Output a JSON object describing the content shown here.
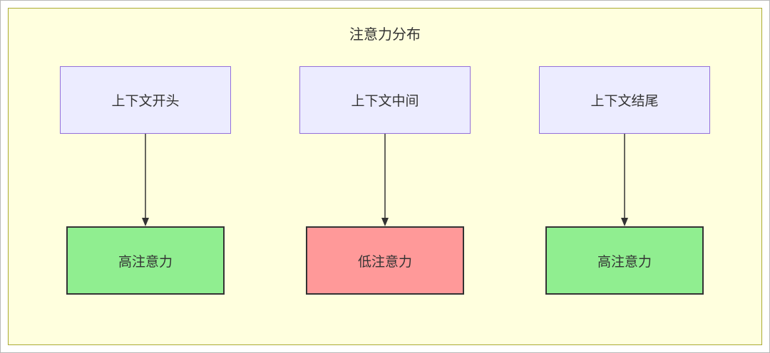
{
  "diagram": {
    "title": "注意力分布",
    "columns": [
      {
        "top": "上下文开头",
        "bottom": "高注意力",
        "bottom_color": "#90ee90"
      },
      {
        "top": "上下文中间",
        "bottom": "低注意力",
        "bottom_color": "#ff9999"
      },
      {
        "top": "上下文结尾",
        "bottom": "高注意力",
        "bottom_color": "#90ee90"
      }
    ],
    "colors": {
      "container_bg": "#ffffde",
      "container_border": "#aaaa33",
      "top_node_bg": "#ececff",
      "top_node_border": "#9370db",
      "high_attention_bg": "#90ee90",
      "low_attention_bg": "#ff9999",
      "node_border_dark": "#333333",
      "arrow_color": "#333333"
    }
  }
}
